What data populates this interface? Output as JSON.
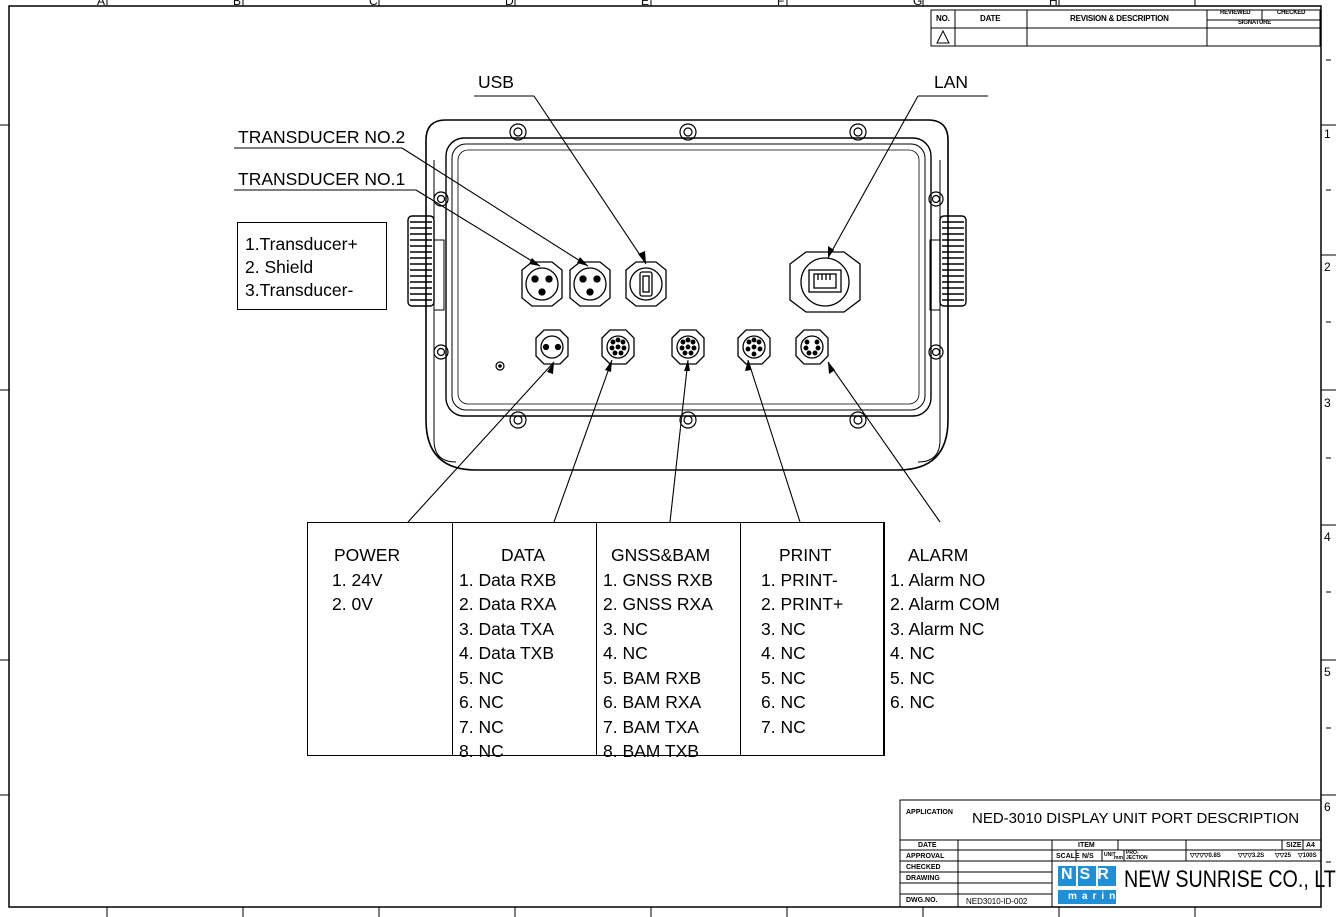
{
  "revision": {
    "no_label": "NO.",
    "date_label": "DATE",
    "desc_label": "REVISION & DESCRIPTION",
    "reviewed_label": "REVIEWED",
    "checked_label": "CHECKED",
    "signature_label": "SIGNATURE"
  },
  "grid": {
    "cols": [
      "A",
      "B",
      "C",
      "D",
      "E",
      "F",
      "G",
      "H"
    ],
    "rows": [
      "1",
      "2",
      "3",
      "4",
      "5",
      "6"
    ]
  },
  "callouts": {
    "usb": "USB",
    "lan": "LAN",
    "transducer2": "TRANSDUCER NO.2",
    "transducer1": "TRANSDUCER NO.1"
  },
  "transducer_pins": [
    "1.Transducer+",
    "2. Shield",
    "3.Transducer-"
  ],
  "ports": [
    {
      "name": "POWER",
      "pins": [
        "1. 24V",
        "2. 0V"
      ]
    },
    {
      "name": "DATA",
      "pins": [
        "1. Data RXB",
        "2. Data RXA",
        "3. Data TXA",
        "4. Data TXB",
        "5. NC",
        "6. NC",
        "7. NC",
        "8. NC"
      ]
    },
    {
      "name": "GNSS&BAM",
      "pins": [
        "1. GNSS RXB",
        "2. GNSS RXA",
        "3. NC",
        "4. NC",
        "5. BAM RXB",
        "6. BAM RXA",
        "7. BAM TXA",
        "8. BAM TXB"
      ]
    },
    {
      "name": "PRINT",
      "pins": [
        "1. PRINT-",
        "2. PRINT+",
        "3. NC",
        "4. NC",
        "5. NC",
        "6. NC",
        "7. NC"
      ]
    },
    {
      "name": "ALARM",
      "pins": [
        "1. Alarm NO",
        "2. Alarm COM",
        "3. Alarm NC",
        "4. NC",
        "5. NC",
        "6. NC"
      ]
    }
  ],
  "title_block": {
    "application_label": "APPLICATION",
    "title": "NED-3010 DISPLAY UNIT PORT DESCRIPTION",
    "date_label": "DATE",
    "approval_label": "APPROVAL",
    "checked_label": "CHECKED",
    "drawing_label": "DRAWING",
    "dwg_no_label": "DWG.NO.",
    "item_label": "ITEM",
    "scale_label": "SCALE",
    "scale_value": "N/S",
    "unit_label": "UNIT",
    "unit_value": "mm",
    "projection_label": "PRO-JECTION",
    "size_label": "SIZE",
    "size_value": "A4",
    "surface_1": "▽▽▽▽0.8S",
    "surface_2": "▽▽▽3.2S",
    "surface_3": "▽▽25",
    "surface_4": "▽100S",
    "logo_text": "NSR",
    "logo_sub": "marine",
    "company": "NEW SUNRISE CO., LTD.",
    "dwg_no": "NED3010-ID-002"
  }
}
